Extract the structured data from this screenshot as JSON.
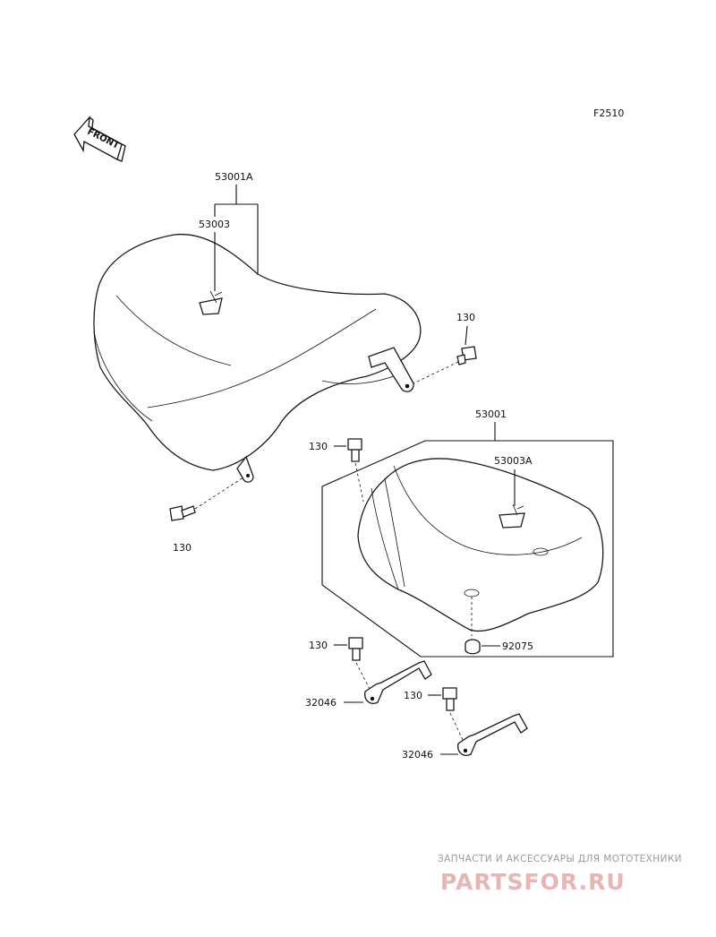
{
  "figure_code": "F2510",
  "front_arrow_label": "FRONT",
  "labels": {
    "seat_assy_main": "53001A",
    "seat_cover_main": "53003",
    "bolt_top_right": "130",
    "bolt_left": "130",
    "bolt_pillion": "130",
    "seat_assy_pillion": "53001",
    "seat_cover_pillion": "53003A",
    "damper_pillion": "92075",
    "bolt_bracket_1": "130",
    "bracket_1": "32046",
    "bolt_bracket_2": "130",
    "bracket_2": "32046"
  },
  "watermark": {
    "tagline": "ЗАПЧАСТИ И АКСЕССУАРЫ ДЛЯ МОТОТЕХНИКИ",
    "brand": "PARTSFOR.RU"
  }
}
